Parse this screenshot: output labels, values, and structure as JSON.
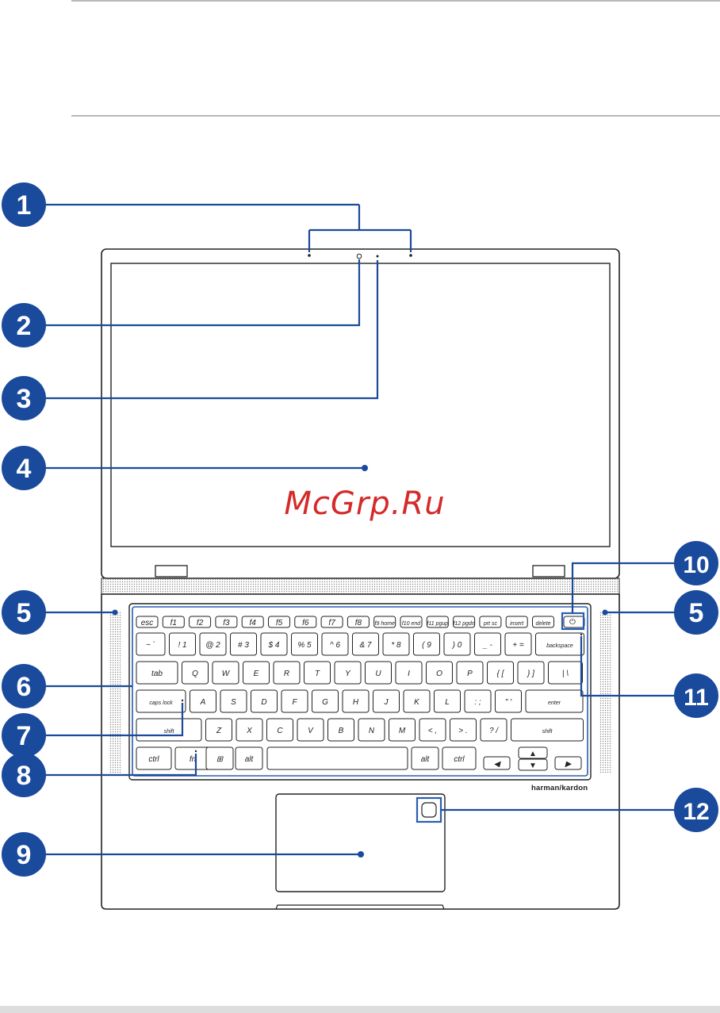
{
  "watermark": "McGrp.Ru",
  "brand_logo": "harman/kardon",
  "callouts": [
    {
      "num": "1",
      "target": "microphones"
    },
    {
      "num": "2",
      "target": "camera"
    },
    {
      "num": "3",
      "target": "camera-indicator"
    },
    {
      "num": "4",
      "target": "display-panel"
    },
    {
      "num": "5",
      "target": "speaker-left"
    },
    {
      "num": "5",
      "target": "speaker-right"
    },
    {
      "num": "6",
      "target": "keyboard"
    },
    {
      "num": "7",
      "target": "caps-lock-indicator"
    },
    {
      "num": "8",
      "target": "function-key-indicator"
    },
    {
      "num": "9",
      "target": "touchpad"
    },
    {
      "num": "10",
      "target": "power-button"
    },
    {
      "num": "11",
      "target": "power-indicator"
    },
    {
      "num": "12",
      "target": "fingerprint-sensor"
    }
  ],
  "colors": {
    "callout": "#1a4a9c",
    "outline": "#222222",
    "highlight": "#2a5db0"
  },
  "keyboard": {
    "rows": [
      [
        "esc",
        "f1",
        "f2",
        "f3",
        "f4",
        "f5",
        "f6",
        "f7",
        "f8",
        "f9 home",
        "f10 end",
        "f11 pgup",
        "f12 pgdn",
        "prt sc",
        "insert",
        "delete",
        "⏻"
      ],
      [
        "~ `",
        "! 1",
        "@ 2",
        "# 3",
        "$ 4",
        "% 5",
        "^ 6",
        "& 7",
        "* 8",
        "( 9",
        ") 0",
        "_ -",
        "+ =",
        "backspace"
      ],
      [
        "tab",
        "Q",
        "W",
        "E",
        "R",
        "T",
        "Y",
        "U",
        "I",
        "O",
        "P",
        "{ [",
        "} ]",
        "| \\"
      ],
      [
        "caps lock",
        "A",
        "S",
        "D",
        "F",
        "G",
        "H",
        "J",
        "K",
        "L",
        ": ;",
        "\" '",
        "enter"
      ],
      [
        "shift",
        "Z",
        "X",
        "C",
        "V",
        "B",
        "N",
        "M",
        "< ,",
        "> .",
        "? /",
        "shift"
      ],
      [
        "ctrl",
        "fn",
        "⊞",
        "alt",
        "",
        "alt",
        "ctrl",
        "◀",
        "▲",
        "▼",
        "▶"
      ]
    ]
  }
}
